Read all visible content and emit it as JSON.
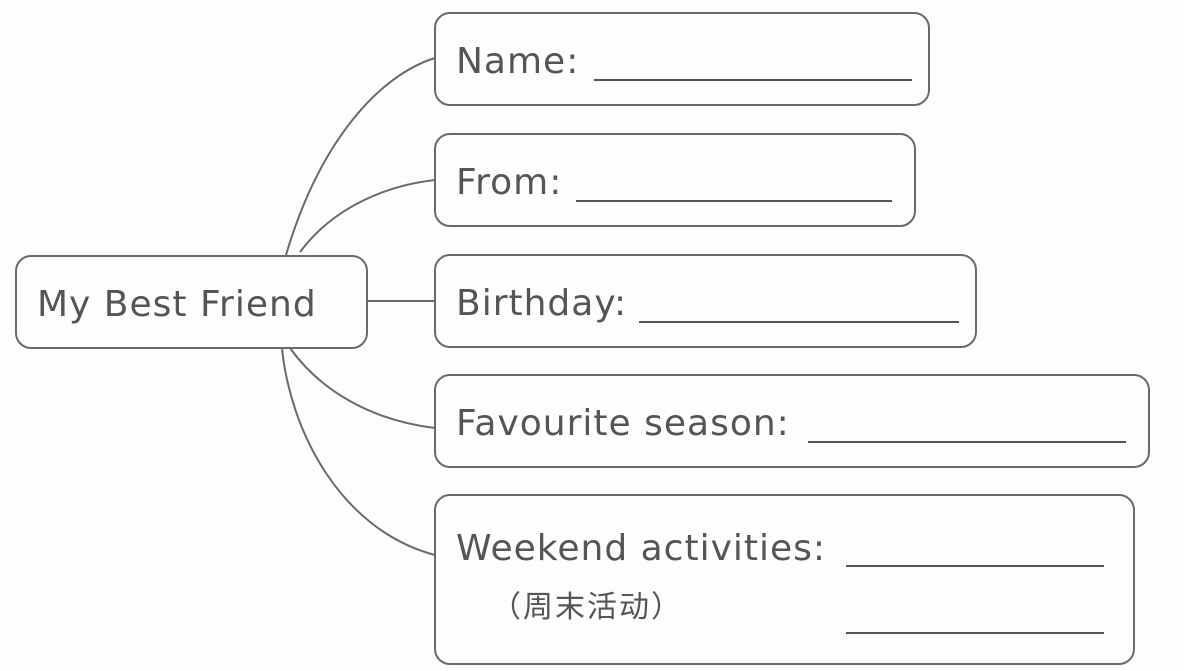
{
  "center": {
    "label": "My Best Friend"
  },
  "branches": [
    {
      "label": "Name:"
    },
    {
      "label": "From:"
    },
    {
      "label": "Birthday:"
    },
    {
      "label": "Favourite season:"
    },
    {
      "label": "Weekend activities:",
      "note": "（周末活动）"
    }
  ],
  "colors": {
    "line": "#6a6a6a",
    "text": "#555555",
    "background": "#fdfdfd"
  }
}
